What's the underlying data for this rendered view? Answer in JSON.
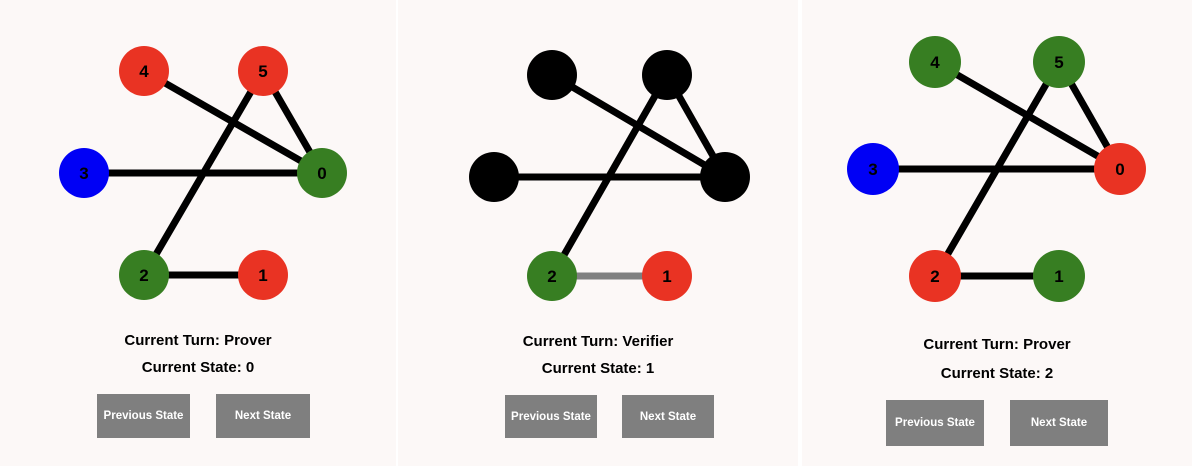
{
  "colors": {
    "panel_bg": "#fcf8f7",
    "button_bg": "#7f7f7f",
    "red": "#e93323",
    "green": "#377e22",
    "blue": "#0000f5",
    "black": "#000000",
    "edge_challenged": "#808080"
  },
  "buttons": {
    "previous_label": "Previous State",
    "next_label": "Next State"
  },
  "panels": [
    {
      "turn_prefix": "Current Turn: ",
      "turn": "Prover",
      "state_prefix": "Current State: ",
      "state": "0",
      "nodes": [
        {
          "id": "4",
          "label": "4",
          "color": "red"
        },
        {
          "id": "5",
          "label": "5",
          "color": "red"
        },
        {
          "id": "3",
          "label": "3",
          "color": "blue"
        },
        {
          "id": "0",
          "label": "0",
          "color": "green"
        },
        {
          "id": "2",
          "label": "2",
          "color": "green"
        },
        {
          "id": "1",
          "label": "1",
          "color": "red"
        }
      ],
      "edges": [
        [
          "4",
          "0"
        ],
        [
          "5",
          "0"
        ],
        [
          "3",
          "0"
        ],
        [
          "5",
          "2"
        ],
        [
          "2",
          "1"
        ]
      ]
    },
    {
      "turn_prefix": "Current Turn: ",
      "turn": "Verifier",
      "state_prefix": "Current State: ",
      "state": "1",
      "nodes": [
        {
          "id": "4",
          "label": "",
          "color": "black"
        },
        {
          "id": "5",
          "label": "",
          "color": "black"
        },
        {
          "id": "3",
          "label": "",
          "color": "black"
        },
        {
          "id": "0",
          "label": "",
          "color": "black"
        },
        {
          "id": "2",
          "label": "2",
          "color": "green"
        },
        {
          "id": "1",
          "label": "1",
          "color": "red"
        }
      ],
      "edges": [
        [
          "4",
          "0"
        ],
        [
          "5",
          "0"
        ],
        [
          "3",
          "0"
        ],
        [
          "5",
          "2"
        ],
        [
          "2",
          "1",
          "edge_challenged"
        ]
      ]
    },
    {
      "turn_prefix": "Current Turn: ",
      "turn": "Prover",
      "state_prefix": "Current State: ",
      "state": "2",
      "nodes": [
        {
          "id": "4",
          "label": "4",
          "color": "green"
        },
        {
          "id": "5",
          "label": "5",
          "color": "green"
        },
        {
          "id": "3",
          "label": "3",
          "color": "blue"
        },
        {
          "id": "0",
          "label": "0",
          "color": "red"
        },
        {
          "id": "2",
          "label": "2",
          "color": "red"
        },
        {
          "id": "1",
          "label": "1",
          "color": "green"
        }
      ],
      "edges": [
        [
          "4",
          "0"
        ],
        [
          "5",
          "0"
        ],
        [
          "3",
          "0"
        ],
        [
          "5",
          "2"
        ],
        [
          "2",
          "1"
        ]
      ]
    }
  ]
}
